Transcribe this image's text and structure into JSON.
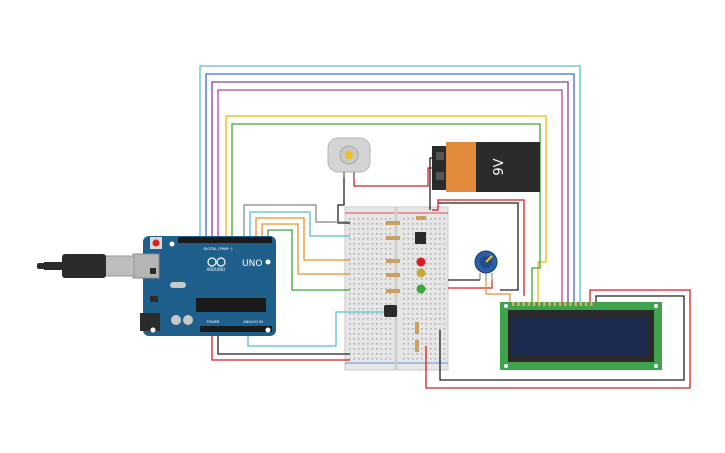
{
  "arduino": {
    "brand": "ARDUINO",
    "model": "UNO",
    "digital_label": "DIGITAL (PWM~)",
    "power_label": "POWER",
    "analog_label": "ANALOG IN"
  },
  "battery": {
    "label": "9V"
  },
  "colors": {
    "board": "#1f5f8b",
    "breadboard": "#e6e6e6",
    "lcd_board": "#3fa34d",
    "lcd_screen": "#1d2a4f",
    "battery_body": "#e08a3c",
    "battery_cap": "#2b2b2b",
    "wire_cyan": "#5bbfd0",
    "wire_blue": "#3a6fd8",
    "wire_purple": "#8a3fa0",
    "wire_magenta": "#c040a0",
    "wire_yellow": "#f0b800",
    "wire_green": "#3aa83a",
    "wire_red": "#d42020",
    "wire_black": "#222222",
    "wire_orange": "#e8902a",
    "wire_gray": "#888888"
  },
  "components": [
    {
      "name": "arduino-uno"
    },
    {
      "name": "breadboard"
    },
    {
      "name": "dc-motor"
    },
    {
      "name": "battery-9v"
    },
    {
      "name": "potentiometer"
    },
    {
      "name": "lcd-16x2"
    },
    {
      "name": "usb-cable"
    }
  ]
}
